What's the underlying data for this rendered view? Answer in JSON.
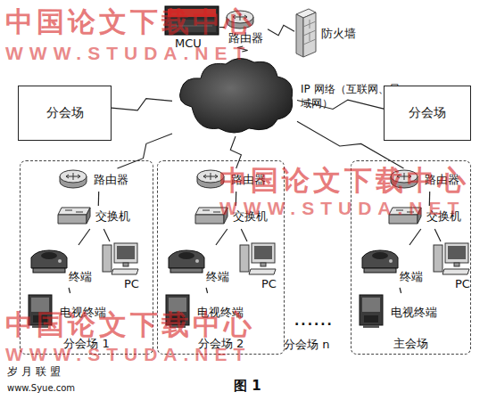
{
  "diagram": {
    "caption": "图 1",
    "nodes": [
      {
        "text": [
          "MCU"
        ]
      },
      {
        "text": [
          "路由器"
        ]
      },
      {
        "text": [
          "防火墙"
        ]
      },
      {
        "text": [
          "分会场"
        ]
      },
      {
        "text": [
          "IP 网络（互联网、局域网）"
        ]
      },
      {
        "text": [
          "分会场"
        ]
      },
      {
        "text": [
          "分会场 1"
        ]
      },
      {
        "text": [
          "路由器"
        ],
        "in": 6
      },
      {
        "text": [
          "交换机"
        ],
        "in": 6
      },
      {
        "text": [
          "终端"
        ],
        "in": 6
      },
      {
        "text": [
          "PC"
        ],
        "in": 6
      },
      {
        "text": [
          "电视终端"
        ],
        "in": 6
      },
      {
        "text": [
          "分会场 2"
        ]
      },
      {
        "text": [
          "路由器"
        ],
        "in": 12
      },
      {
        "text": [
          "交换机"
        ],
        "in": 12
      },
      {
        "text": [
          "终端"
        ],
        "in": 12
      },
      {
        "text": [
          "PC"
        ],
        "in": 12
      },
      {
        "text": [
          "电视终端"
        ],
        "in": 12
      },
      {
        "text": [
          "主会场"
        ]
      },
      {
        "text": [
          "路由器"
        ],
        "in": 18
      },
      {
        "text": [
          "交换机"
        ],
        "in": 18
      },
      {
        "text": [
          "终端"
        ],
        "in": 18
      },
      {
        "text": [
          "PC"
        ],
        "in": 18
      },
      {
        "text": [
          "电视终端"
        ],
        "in": 18
      }
    ],
    "edges": [
      {
        "from": 0,
        "to": 1,
        "arrow": "none"
      },
      {
        "from": 1,
        "to": 2,
        "arrow": "none"
      },
      {
        "from": 4,
        "to": 1,
        "arrow": "none"
      },
      {
        "from": 4,
        "to": 3,
        "arrow": "none"
      },
      {
        "from": 4,
        "to": 5,
        "arrow": "none"
      },
      {
        "from": 4,
        "to": 7,
        "arrow": "none"
      },
      {
        "from": 4,
        "to": 13,
        "arrow": "none"
      },
      {
        "from": 4,
        "to": 19,
        "arrow": "none"
      },
      {
        "from": 7,
        "to": 8,
        "arrow": "none"
      },
      {
        "from": 8,
        "to": 9,
        "arrow": "none"
      },
      {
        "from": 8,
        "to": 10,
        "arrow": "none"
      },
      {
        "from": 9,
        "to": 11,
        "arrow": "none"
      },
      {
        "from": 13,
        "to": 14,
        "arrow": "none"
      },
      {
        "from": 14,
        "to": 15,
        "arrow": "none"
      },
      {
        "from": 14,
        "to": 16,
        "arrow": "none"
      },
      {
        "from": 15,
        "to": 17,
        "arrow": "none"
      },
      {
        "from": 19,
        "to": 20,
        "arrow": "none"
      },
      {
        "from": 20,
        "to": 21,
        "arrow": "none"
      },
      {
        "from": 20,
        "to": 22,
        "arrow": "none"
      },
      {
        "from": 21,
        "to": 23,
        "arrow": "none"
      }
    ],
    "labels": [
      "中国论文下载中心",
      "WWW.STUDA.NET",
      "中国论文下载中心",
      "WWW.STUDA.NET",
      "中国论文下载中心",
      "WWW.STUDA.NET",
      "......",
      "分会场 n",
      "岁月联盟",
      "www.Syue.com"
    ]
  }
}
